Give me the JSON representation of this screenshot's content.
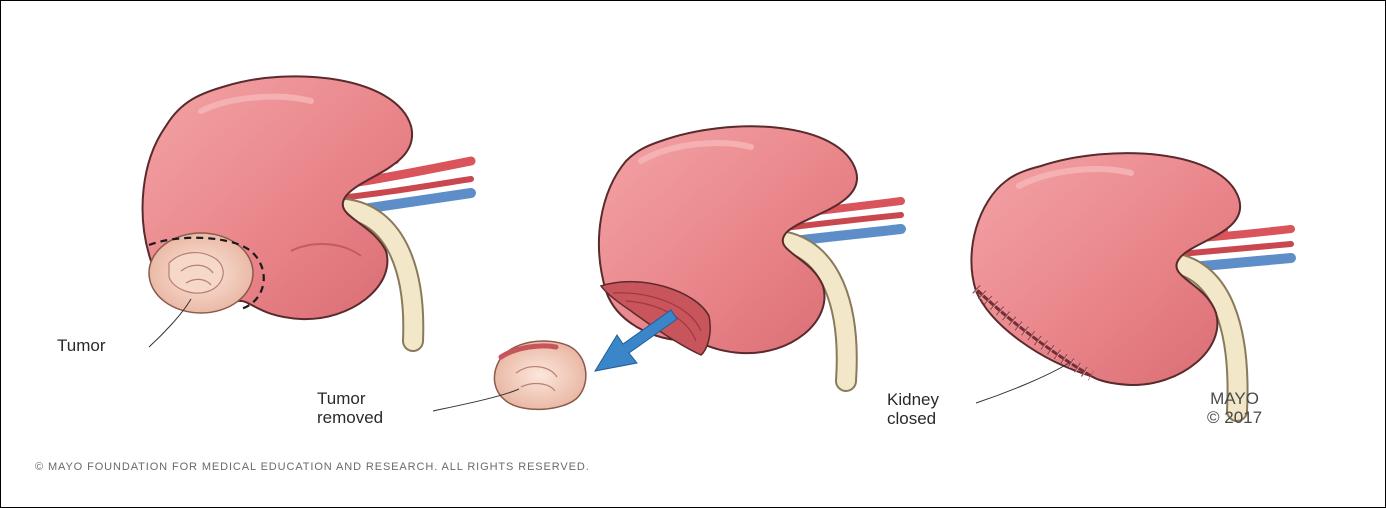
{
  "panels": [
    {
      "id": "panel-tumor",
      "label_lines": [
        "Tumor"
      ]
    },
    {
      "id": "panel-tumor-removed",
      "label_lines": [
        "Tumor",
        "removed"
      ]
    },
    {
      "id": "panel-kidney-closed",
      "label_lines": [
        "Kidney",
        "closed"
      ]
    }
  ],
  "mark": {
    "line1": "MAYO",
    "line2": "© 2017"
  },
  "copyright": "© MAYO FOUNDATION FOR MEDICAL EDUCATION AND RESEARCH. ALL RIGHTS RESERVED.",
  "colors": {
    "kidney_fill": "#e9858a",
    "kidney_outline": "#5a2a2c",
    "kidney_highlight": "#f6b8b8",
    "artery": "#d9545b",
    "vein": "#5e8ec8",
    "ureter": "#f2e7c8",
    "tumor": "#f0c6b5",
    "arrow": "#3a86c9"
  }
}
